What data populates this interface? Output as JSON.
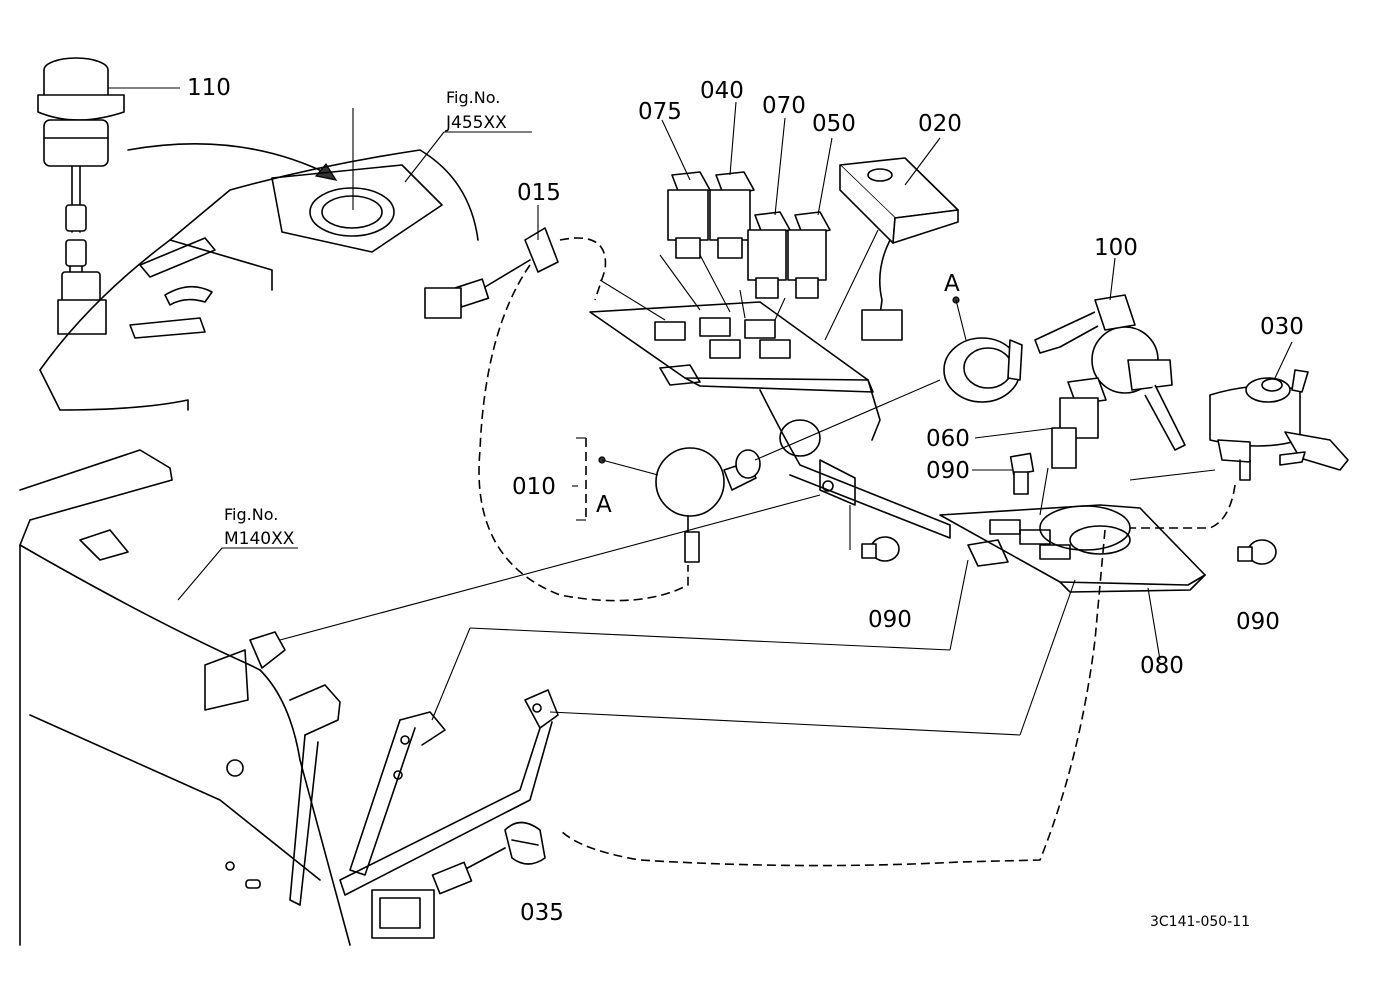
{
  "diagram": {
    "part_numbers": {
      "p110": "110",
      "p075": "075",
      "p040": "040",
      "p070": "070",
      "p050": "050",
      "p020": "020",
      "p015": "015",
      "p100": "100",
      "p030": "030",
      "p060": "060",
      "p090a": "090",
      "p010": "010",
      "p090b": "090",
      "p090c": "090",
      "p080": "080",
      "p035": "035"
    },
    "detail_markers": {
      "a_top": "A",
      "a_left": "A"
    },
    "figure_refs": [
      {
        "label": "Fig.No.",
        "code": "J455XX"
      },
      {
        "label": "Fig.No.",
        "code": "M140XX"
      }
    ],
    "drawing_code": "3C141-050-11"
  }
}
